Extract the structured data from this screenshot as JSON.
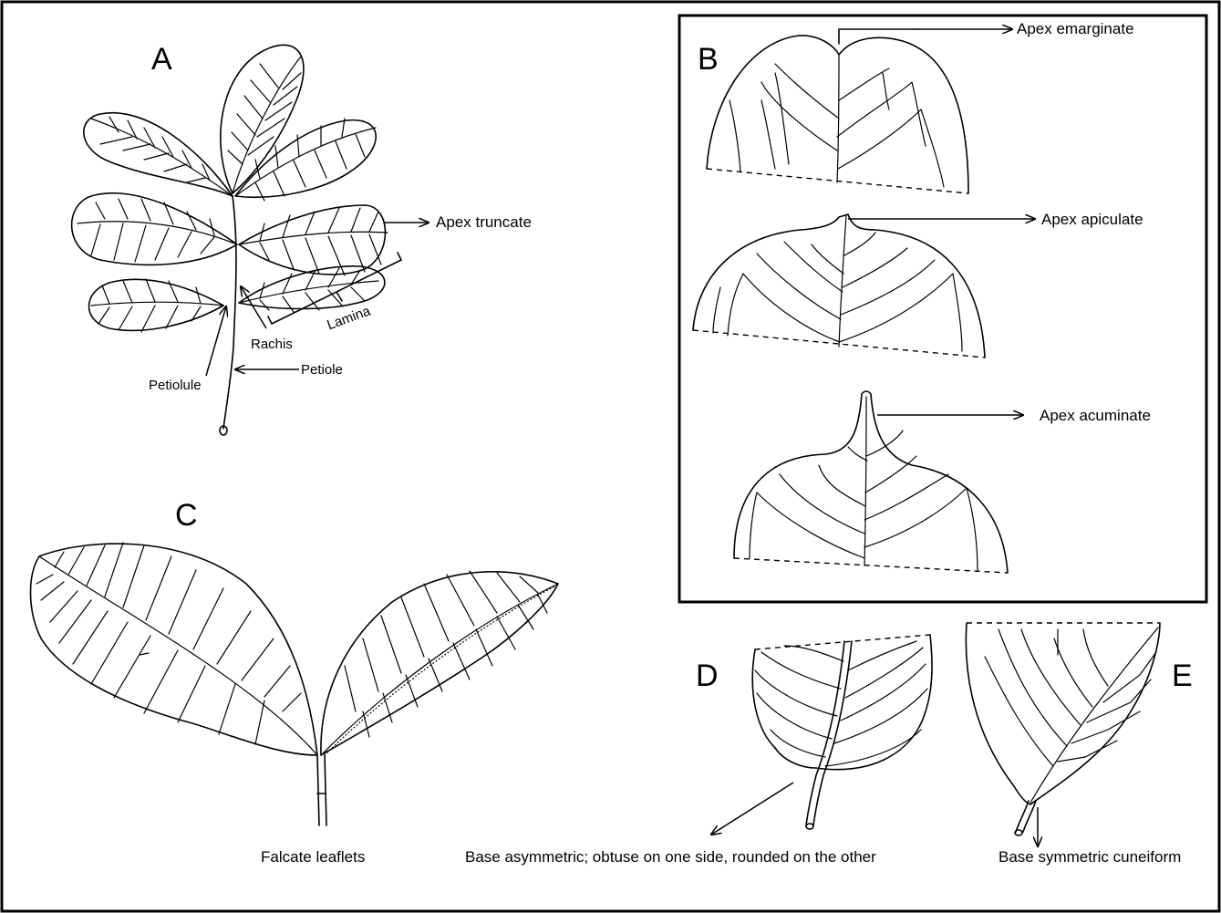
{
  "panels": {
    "A": {
      "letter": "A",
      "apex_label": "Apex truncate",
      "lamina_label": "Lamina",
      "rachis_label": "Rachis",
      "petiole_label": "Petiole",
      "petiolule_label": "Petiolule"
    },
    "B": {
      "letter": "B",
      "emarginate_label": "Apex emarginate",
      "apiculate_label": "Apex apiculate",
      "acuminate_label": "Apex acuminate"
    },
    "C": {
      "letter": "C",
      "caption": "Falcate leaflets"
    },
    "D": {
      "letter": "D",
      "caption": "Base asymmetric; obtuse on one side, rounded on the other"
    },
    "E": {
      "letter": "E",
      "caption": "Base symmetric cuneiform"
    }
  }
}
